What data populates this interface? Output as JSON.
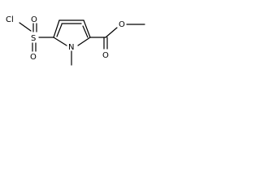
{
  "molecule": {
    "atoms": {
      "chlorine": "Cl",
      "sulfur": "S",
      "sulfonyl_oxygen_upper": "O",
      "sulfonyl_oxygen_lower": "O",
      "ring_nitrogen": "N",
      "carbonyl_oxygen": "O",
      "ester_oxygen": "O"
    }
  }
}
